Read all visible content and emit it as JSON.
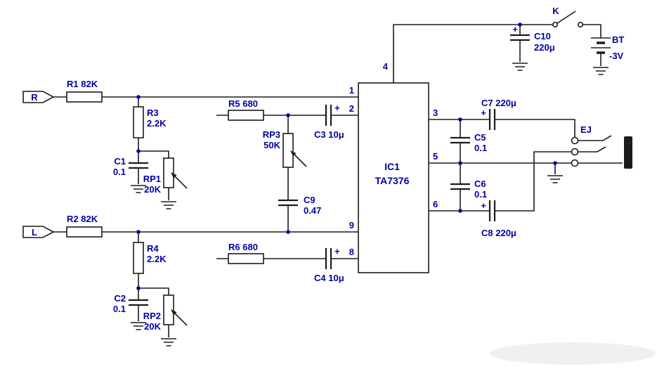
{
  "inputs": {
    "right": "R",
    "left": "L"
  },
  "resistors": {
    "r1": "R1 82K",
    "r2": "R2 82K",
    "r3": "R3",
    "r3_value": "2.2K",
    "r4": "R4",
    "r4_value": "2.2K",
    "r5": "R5 680",
    "r6": "R6 680"
  },
  "potentiometers": {
    "rp1": "RP1",
    "rp1_value": "20K",
    "rp2": "RP2",
    "rp2_value": "20K",
    "rp3": "RP3",
    "rp3_value": "50K"
  },
  "capacitors": {
    "c1": "C1",
    "c1_value": "0.1",
    "c2": "C2",
    "c2_value": "0.1",
    "c3": "C3 10μ",
    "c4": "C4 10μ",
    "c5": "C5",
    "c5_value": "0.1",
    "c6": "C6",
    "c6_value": "0.1",
    "c7": "C7 220μ",
    "c8": "C8 220μ",
    "c9": "C9",
    "c9_value": "0.47",
    "c10": "C10",
    "c10_value": "220μ",
    "polarity_mark": "+"
  },
  "ic": {
    "ref": "IC1",
    "part": "TA7376",
    "pins": {
      "p1": "1",
      "p2": "2",
      "p3": "3",
      "p4": "4",
      "p5": "5",
      "p6": "6",
      "p8": "8",
      "p9": "9"
    }
  },
  "power": {
    "switch": "K",
    "battery": "BT",
    "battery_voltage": "-3V"
  },
  "output": {
    "jack": "EJ"
  }
}
